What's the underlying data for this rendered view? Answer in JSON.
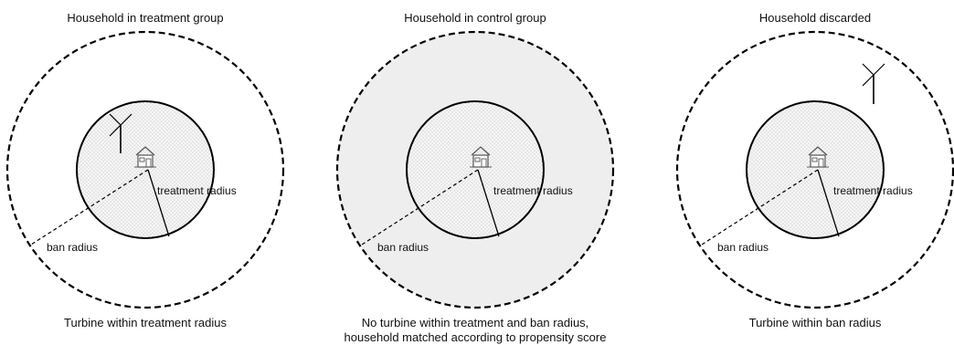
{
  "panels": [
    {
      "title": "Household in treatment group",
      "caption_lines": [
        "Turbine within treatment radius"
      ],
      "treatment_label": "treatment radius",
      "ban_label": "ban radius",
      "ban_zone_shaded": false,
      "turbine_zone": "treatment"
    },
    {
      "title": "Household in control group",
      "caption_lines": [
        "No turbine within treatment and ban radius,",
        "household matched according to propensity score"
      ],
      "treatment_label": "treatment radius",
      "ban_label": "ban radius",
      "ban_zone_shaded": true,
      "turbine_zone": "none"
    },
    {
      "title": "Household discarded",
      "caption_lines": [
        "Turbine within ban radius"
      ],
      "treatment_label": "treatment radius",
      "ban_label": "ban radius",
      "ban_zone_shaded": false,
      "turbine_zone": "ban"
    }
  ],
  "icons": {
    "house": "house-icon",
    "turbine": "wind-turbine-icon"
  },
  "colors": {
    "ban_zone_fill": "#eeeeee",
    "treatment_zone_fill": "#f4f4f4",
    "stroke": "#000000"
  }
}
